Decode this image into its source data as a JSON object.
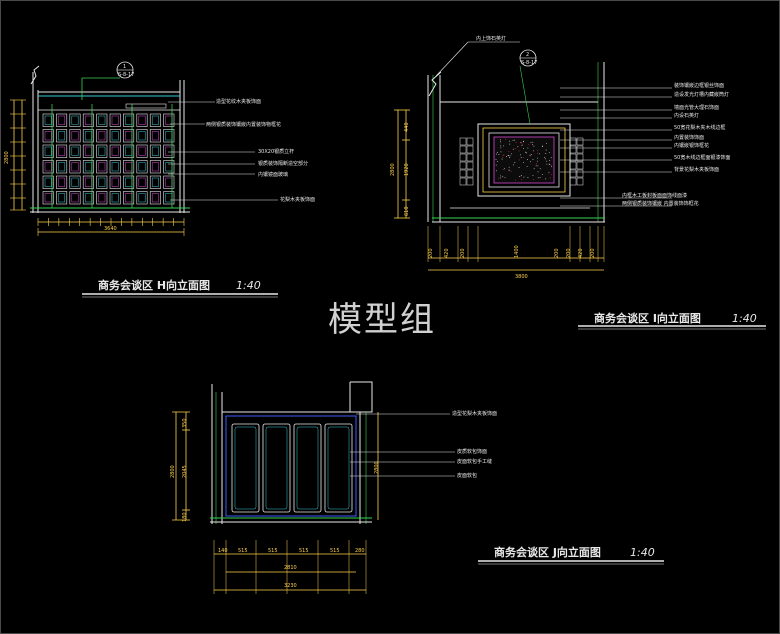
{
  "watermark": "模型组",
  "titles": {
    "h": {
      "label": "商务会谈区 H向立面图",
      "scale": "1:40"
    },
    "i": {
      "label": "商务会谈区 I向立面图",
      "scale": "1:40"
    },
    "j": {
      "label": "商务会谈区 J向立面图",
      "scale": "1:40"
    }
  },
  "markers": {
    "h": {
      "num": "1",
      "ref": "S-8-17"
    },
    "i": {
      "num": "2",
      "ref": "S-8-17"
    }
  },
  "annotations": {
    "h": [
      "造型花纹木夹板饰面",
      "两侧银质装饰镶嵌内置装饰物框花",
      "30X20银质立杆",
      "银质装饰隔断造空部分",
      "内镶镜面玻璃",
      "花梨木夹板饰面"
    ],
    "i_top": "内上饰石英灯",
    "i": [
      "装饰镶嵌边框银丝饰面",
      "造设发光灯槽内藏嵌筒灯",
      "墙面光管大理石饰面",
      "内设石英灯",
      "50宽花梨木夹木线边框",
      "内置装饰饰面",
      "内镶嵌银饰框花",
      "50宽木线边框面银漆饰面",
      "背景花梨木夹板饰面",
      "内框木工板封板面面饰线面漆",
      "两侧银质装饰镶嵌 内置装饰饰框花"
    ],
    "j": [
      "造型花梨木夹板饰面",
      "皮质软包饰面",
      "皮面软包手工缝",
      "皮面软包"
    ]
  },
  "dims": {
    "h_total": "3640",
    "h_height": "2800",
    "i_total": "3800",
    "i_left": "200",
    "i_bottom": [
      "200",
      "420",
      "200",
      "1400",
      "200",
      "200",
      "420",
      "200"
    ],
    "i_heights": [
      "440",
      "1920",
      "610"
    ],
    "i_total_h": "2800",
    "j_bottom": [
      "140",
      "515",
      "515",
      "515",
      "515",
      "280"
    ],
    "j_inner": "2810",
    "j_total": "3230",
    "j_heights": [
      "350",
      "2045",
      "180"
    ],
    "j_total_h": "2800"
  },
  "colors": {
    "background": "#000000",
    "white": "#e8e8e8",
    "yellow": "#ffd34a",
    "green": "#39d353",
    "cyan": "#38c8d8",
    "magenta": "#d848d8",
    "red": "#e23030",
    "blue": "#3a5cff"
  }
}
